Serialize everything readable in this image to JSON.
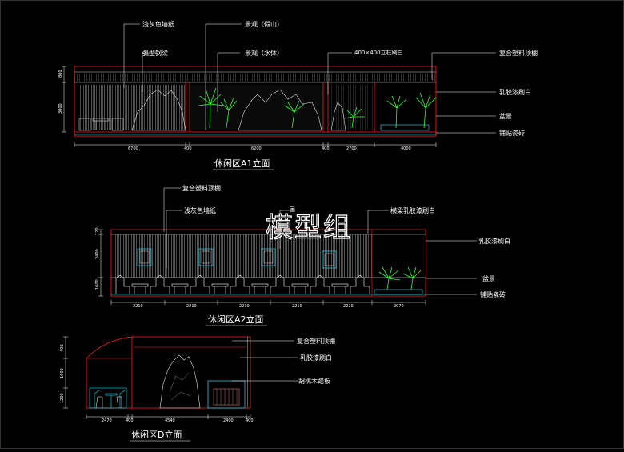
{
  "watermark": "模型组",
  "elevations": [
    {
      "id": "A1",
      "title": "休闲区A1立面",
      "labels": [
        "浅灰色墙纸",
        "弧型钢梁",
        "景观（假山）",
        "景观（水体）",
        "400×400立柱刷白",
        "复合塑料顶棚",
        "乳胶漆刷白",
        "盆景",
        "铺贴瓷砖"
      ],
      "dims": [
        "6700",
        "400",
        "6200",
        "400",
        "2700",
        "4000"
      ],
      "vdims": [
        "800",
        "3000"
      ]
    },
    {
      "id": "A2",
      "title": "休闲区A2立面",
      "labels": [
        "复合塑料顶棚",
        "浅灰色墙纸",
        "画",
        "横梁乳胶漆刷白",
        "乳胶漆刷白",
        "盆景",
        "铺贴瓷砖"
      ],
      "dims": [
        "2210",
        "2210",
        "2210",
        "2210",
        "2220",
        "2970"
      ],
      "vdims": [
        "120",
        "2400",
        "1600"
      ]
    },
    {
      "id": "D",
      "title": "休闲区D立面",
      "labels": [
        "复合塑料顶棚",
        "乳胶漆刷白",
        "胡桃木踏板"
      ],
      "dims": [
        "2470",
        "400",
        "4540",
        "2400",
        "400"
      ],
      "vdims": [
        "400",
        "1600",
        "1200"
      ]
    }
  ],
  "colors": {
    "background": "#000000",
    "outline": "#ff2020",
    "wall": "#ffffff",
    "plants": "#33ff33",
    "furniture": "#20e0ff",
    "leader": "#ffffff"
  }
}
